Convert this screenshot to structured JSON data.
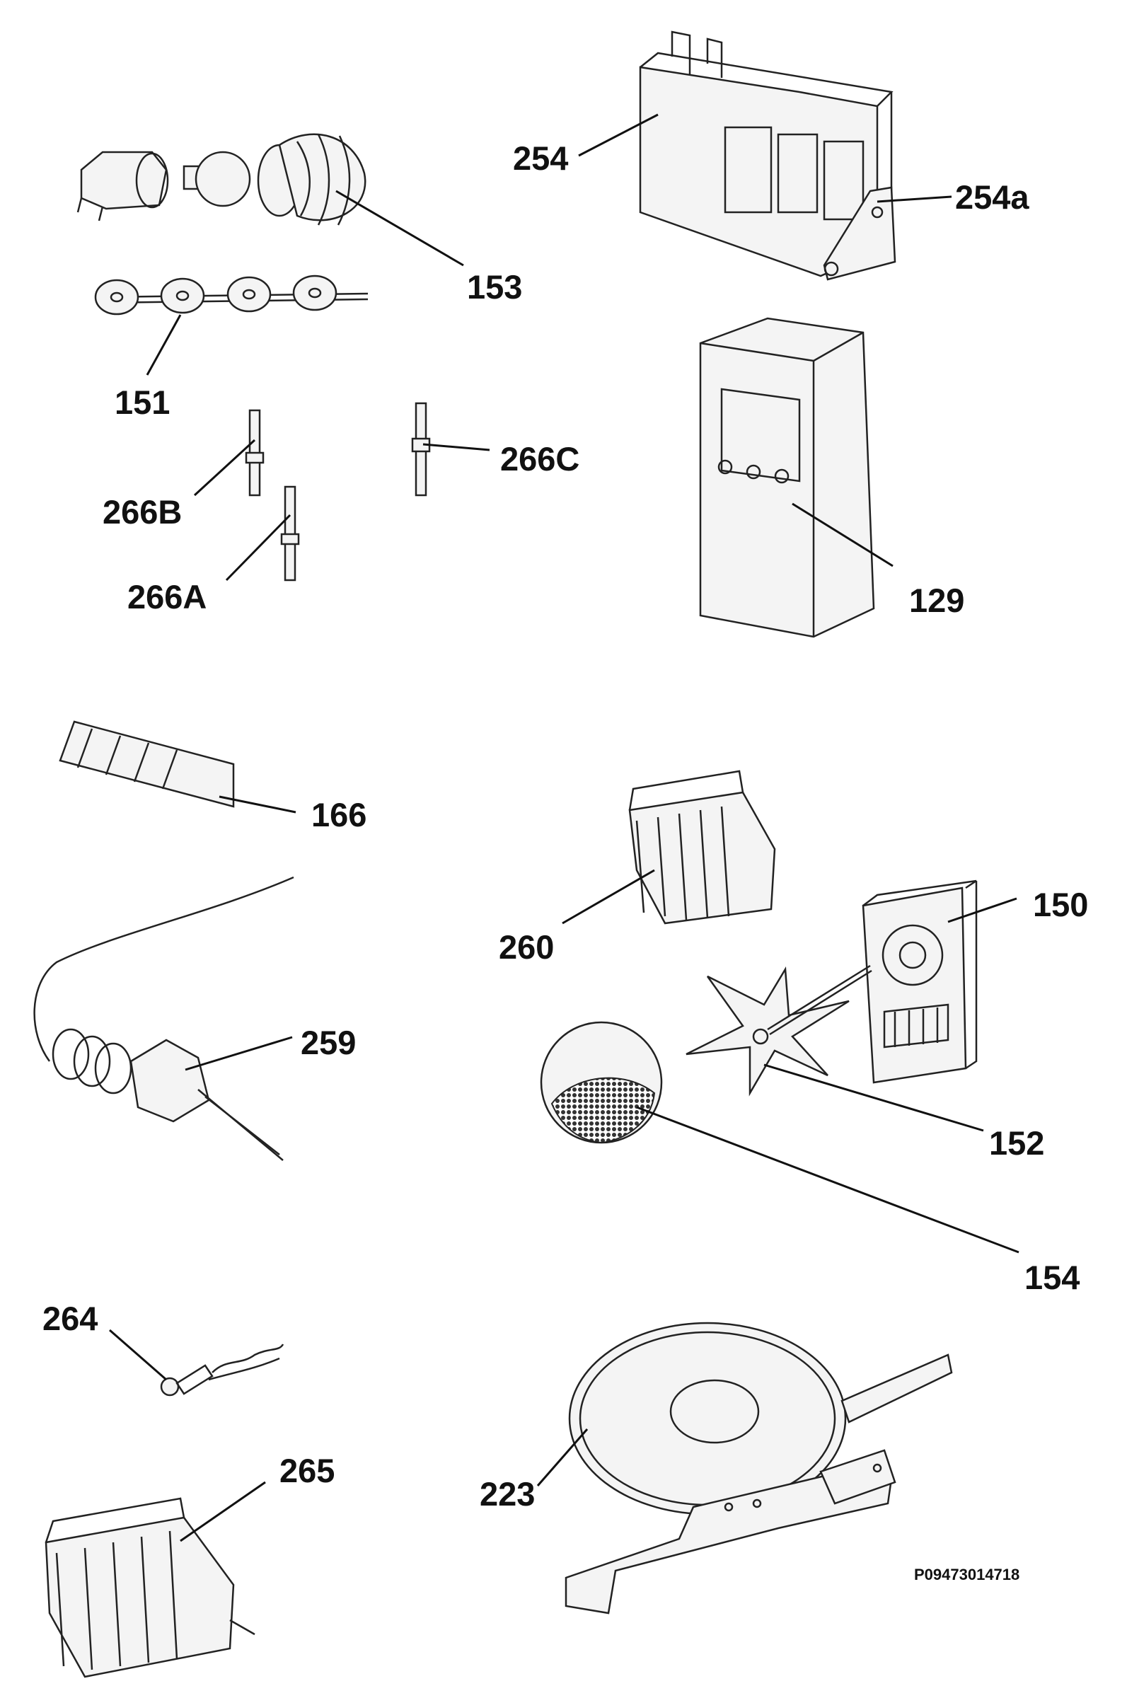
{
  "diagram": {
    "part_labels": {
      "p254": "254",
      "p254a": "254a",
      "p153": "153",
      "p151": "151",
      "p266C": "266C",
      "p266B": "266B",
      "p266A": "266A",
      "p129": "129",
      "p166": "166",
      "p260": "260",
      "p150": "150",
      "p259": "259",
      "p152": "152",
      "p154": "154",
      "p264": "264",
      "p265": "265",
      "p223": "223"
    },
    "drawing_code": "P09473014718"
  }
}
